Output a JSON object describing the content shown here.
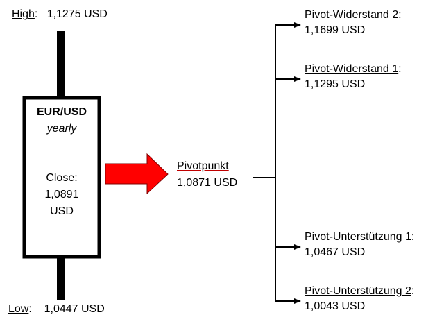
{
  "candle": {
    "high_label": "High",
    "high_value": "1,1275 USD",
    "low_label": "Low",
    "low_value": "1,0447 USD",
    "pair": "EUR/USD",
    "period": "yearly",
    "close_label": "Close",
    "close_value_line1": "1,0891",
    "close_value_line2": "USD"
  },
  "pivot": {
    "label": "Pivotpunkt",
    "value": "1,0871 USD"
  },
  "levels": [
    {
      "label": "Pivot-Widerstand 2",
      "value": "1,1699 USD"
    },
    {
      "label": "Pivot-Widerstand 1",
      "value": "1,1295 USD"
    },
    {
      "label": "Pivot-Unterstützung 1",
      "value": "1,0467 USD"
    },
    {
      "label": "Pivot-Unterstützung 2",
      "value": "1,0043 USD"
    }
  ],
  "colors": {
    "arrow_fill": "#ff0000",
    "line": "#000000"
  }
}
